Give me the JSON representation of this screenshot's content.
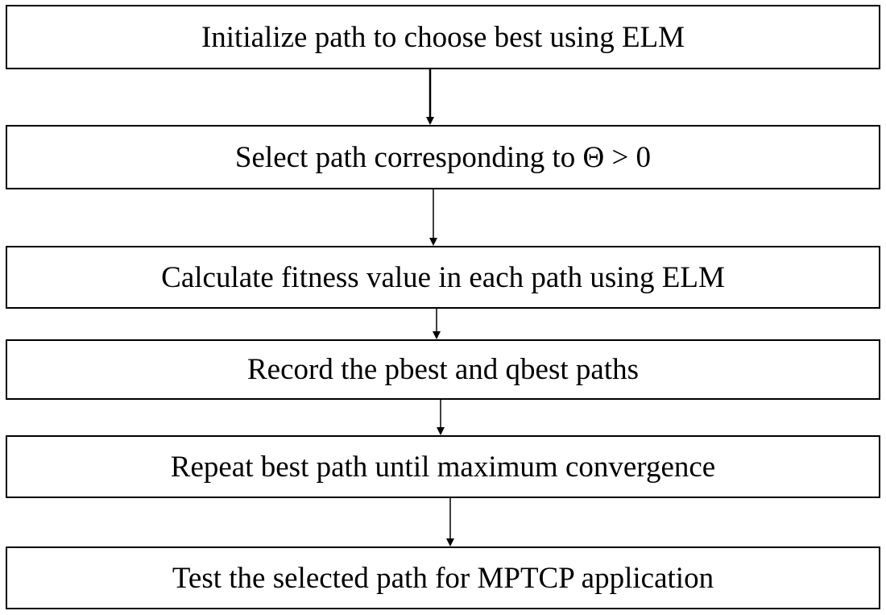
{
  "steps": [
    {
      "label": "Initialize path to choose best using ELM"
    },
    {
      "label": "Select path corresponding to Θ > 0"
    },
    {
      "label": "Calculate fitness value in each path using ELM"
    },
    {
      "label": "Record the pbest and qbest paths"
    },
    {
      "label": "Repeat best path until maximum convergence"
    },
    {
      "label": "Test the selected path for MPTCP application"
    }
  ],
  "colors": {
    "stroke": "#000000",
    "background": "#ffffff"
  }
}
